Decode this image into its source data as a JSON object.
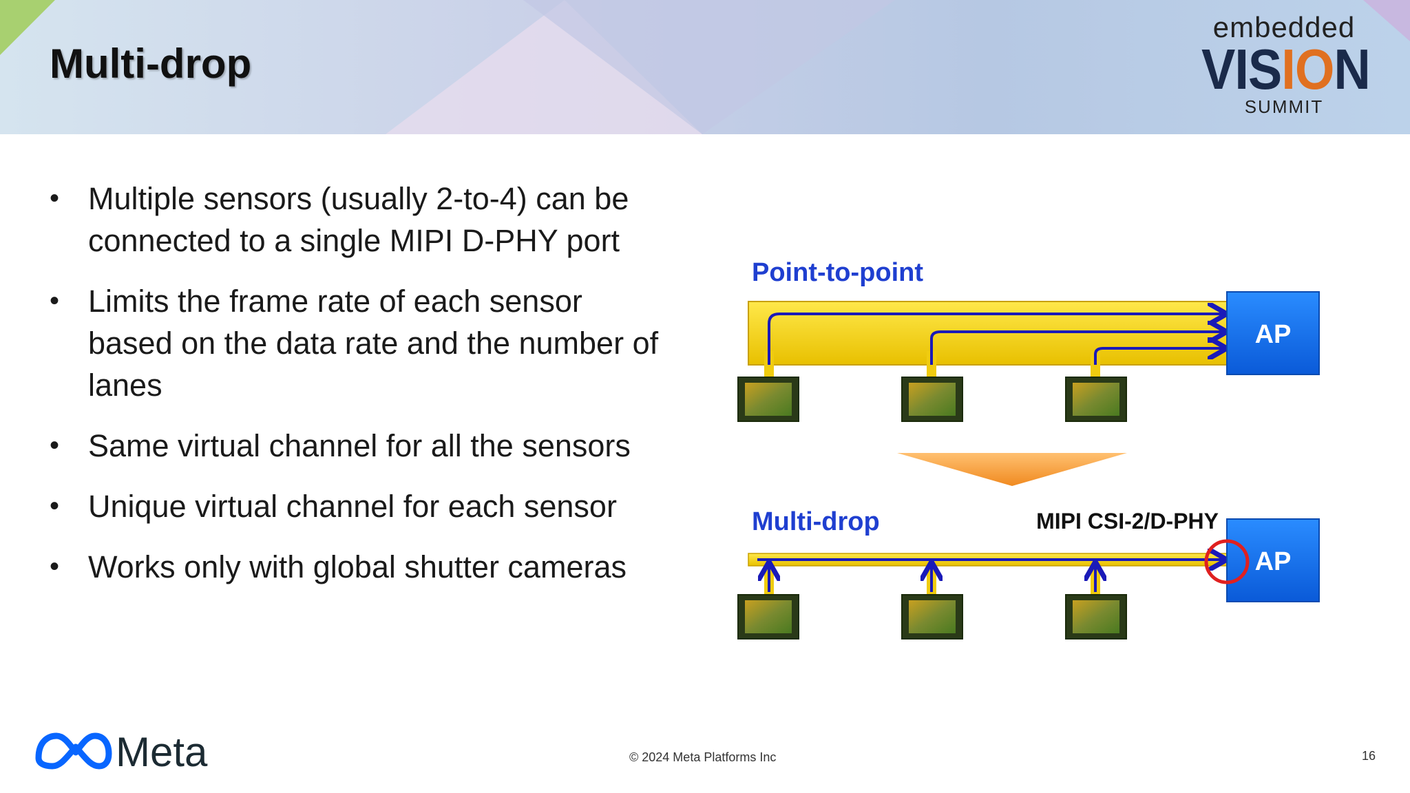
{
  "slide": {
    "title": "Multi-drop",
    "page_number": "16",
    "copyright": "© 2024 Meta Platforms Inc"
  },
  "event_logo": {
    "line1": "embedded",
    "line2_a": "VIS",
    "line2_b": "IO",
    "line2_c": "N",
    "line3": "SUMMIT"
  },
  "company_logo": {
    "text": "Meta"
  },
  "bullets": [
    "Multiple sensors (usually 2-to-4) can be connected to a single MIPI D-PHY port",
    "Limits the frame rate of each sensor based on the data rate and the number of lanes",
    "Same virtual channel for all the sensors",
    "Unique virtual channel for each sensor",
    "Works only with global shutter cameras"
  ],
  "diagram": {
    "top_label": "Point-to-point",
    "bottom_label": "Multi-drop",
    "bus_label": "MIPI CSI-2/D-PHY",
    "processor_label": "AP",
    "colors": {
      "bus": "#f5d000",
      "arrow": "#1a1ab8",
      "ap": "#1e78f0",
      "label": "#1f3fd0",
      "highlight": "#e02020",
      "transition": "#f5a040"
    }
  }
}
